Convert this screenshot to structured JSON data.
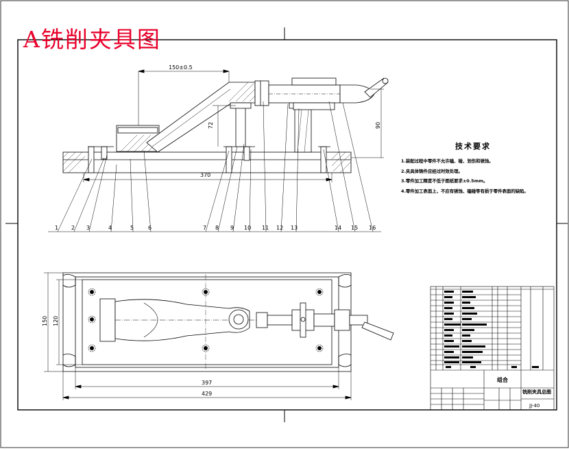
{
  "stamp": "A铣削夹具图",
  "tech": {
    "title": "技术要求",
    "notes": [
      "1.装配过程中零件不允许磕、碰、划伤和锈蚀。",
      "2.夹具体铸件应经过时效处理。",
      "3.零件加工精度不低于图纸要求±0.5mm。",
      "4.零件加工表面上，不应有锈蚀、磕碰等有损于零件表面的缺陷。"
    ]
  },
  "dims": {
    "top_span": "150±0.5",
    "base_length": "370",
    "height_right": "90",
    "height_center": "72",
    "plan_width_outer": "150",
    "plan_width_inner": "120",
    "plan_length_inner": "397",
    "plan_length_outer": "429"
  },
  "balloons": [
    "1",
    "2",
    "3",
    "4",
    "5",
    "6",
    "7",
    "8",
    "9",
    "10",
    "11",
    "12",
    "13",
    "14",
    "15",
    "16"
  ],
  "title_block": {
    "material": "组合",
    "drawing_name": "铣削夹具总图",
    "drawing_number": "JJ-40"
  }
}
